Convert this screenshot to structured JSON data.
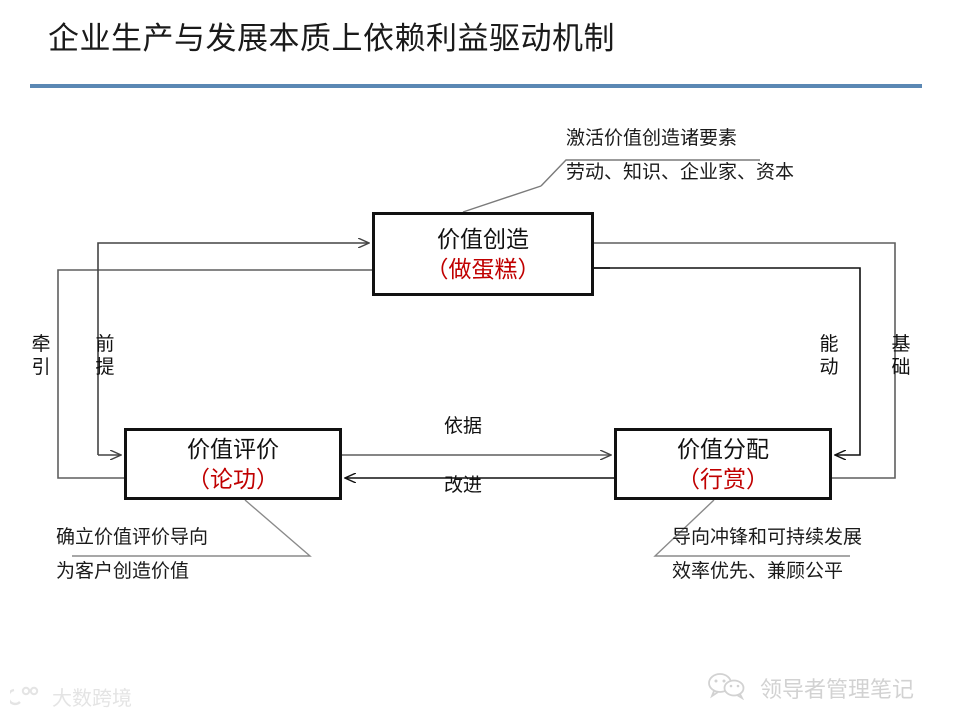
{
  "slide": {
    "title": "企业生产与发展本质上依赖利益驱动机制",
    "rule_color": "#5b88b4",
    "background": "#ffffff"
  },
  "boxes": [
    {
      "id": "value-creation",
      "title": "价值创造",
      "subtitle": "（做蛋糕）",
      "subtitle_color": "#c00000",
      "border_color": "#111111"
    },
    {
      "id": "value-evaluation",
      "title": "价值评价",
      "subtitle": "（论功）",
      "subtitle_color": "#c00000",
      "border_color": "#111111"
    },
    {
      "id": "value-distribution",
      "title": "价值分配",
      "subtitle": "（行赏）",
      "subtitle_color": "#c00000",
      "border_color": "#111111"
    }
  ],
  "edge_labels": {
    "eval_to_dist": "依据",
    "dist_to_eval": "改进",
    "left_outer": "牵引",
    "left_inner": "前提",
    "right_inner": "能动",
    "right_outer": "基础"
  },
  "callouts": {
    "top_right": {
      "line1": "激活价值创造诸要素",
      "line2": "劳动、知识、企业家、资本"
    },
    "bottom_left": {
      "line1": "确立价值评价导向",
      "line2": "为客户创造价值"
    },
    "bottom_right": {
      "line1": "导向冲锋和可持续发展",
      "line2": "效率优先、兼顾公平"
    }
  },
  "watermarks": {
    "left": "大数跨境",
    "right": "领导者管理笔记"
  }
}
